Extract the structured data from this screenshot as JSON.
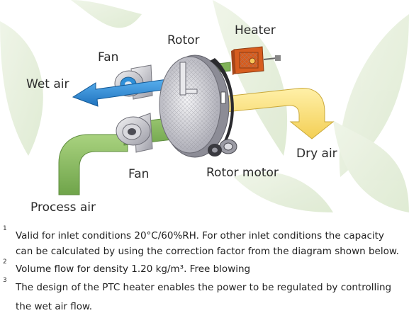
{
  "diagram": {
    "labels": {
      "heater": "Heater",
      "rotor": "Rotor",
      "fan_top": "Fan",
      "wet_air": "Wet air",
      "dry_air": "Dry air",
      "fan_bottom": "Fan",
      "rotor_motor": "Rotor motor",
      "process_air": "Process air"
    },
    "colors": {
      "process_air": "#8fbf6a",
      "wet_air": "#2f8fd8",
      "dry_air": "#ffe27a",
      "heater": "#f07a2a",
      "rotor": "#b9b9c2"
    }
  },
  "footnotes": [
    {
      "num": "1",
      "lines": [
        "Valid for inlet conditions 20°C/60%RH. For other  inlet conditions the capacity",
        "can be calculated by using the correction factor from the diagram shown below."
      ]
    },
    {
      "num": "2",
      "lines": [
        "Volume flow for density 1.20 kg/m³. Free blowing"
      ]
    },
    {
      "num": "3",
      "lines": [
        "The design of the PTC heater enables the power to be regulated by controlling",
        "the wet air flow."
      ]
    }
  ]
}
